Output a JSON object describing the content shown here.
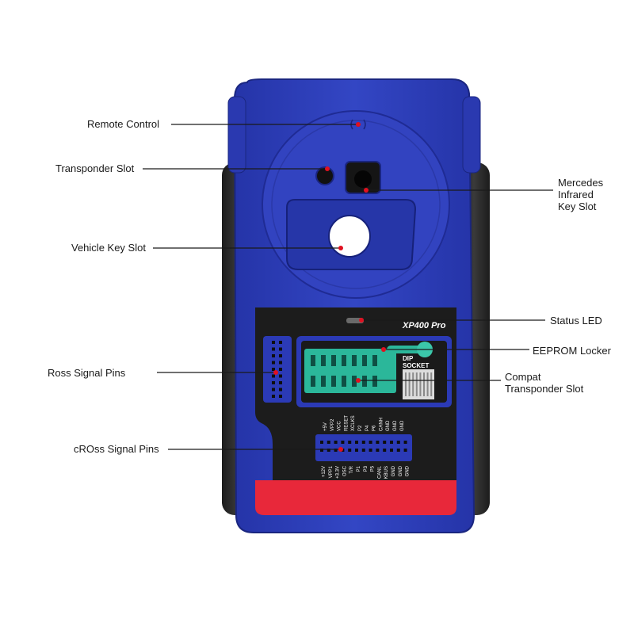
{
  "device": {
    "model_label": "XP400 Pro",
    "dip_label_line1": "DIP",
    "dip_label_line2": "SOCKET",
    "top_pin_labels": [
      "+5V",
      "VPP2",
      "VCC",
      "RESET",
      "XCLKS",
      "P2",
      "P4",
      "P6",
      "CANH",
      "GND",
      "GND",
      "GND"
    ],
    "bottom_pin_labels": [
      "+12V",
      "VPP1",
      "+3.3V",
      "OSC",
      "T/R",
      "P1",
      "P3",
      "P5",
      "CANL",
      "KBUS",
      "GND",
      "GND",
      "GND"
    ],
    "colors": {
      "body_blue": "#2f3fb8",
      "body_dark_blue": "#1e2a8a",
      "grip_black": "#2a2a2a",
      "panel_black": "#1c1c1c",
      "socket_green": "#2bb79a",
      "accent_red": "#e8283a",
      "marker_red": "#e01020"
    }
  },
  "callouts": {
    "remote_control": "Remote Control",
    "transponder_slot": "Transponder Slot",
    "mercedes_line1": "Mercedes",
    "mercedes_line2": "Infrared",
    "mercedes_line3": "Key Slot",
    "vehicle_key_slot": "Vehicle Key Slot",
    "status_led": "Status LED",
    "eeprom_locker": "EEPROM Locker",
    "ross_signal_pins": "Ross Signal Pins",
    "compat_line1": "Compat",
    "compat_line2": "Transponder Slot",
    "cross_signal_pins": "cROss Signal Pins"
  }
}
